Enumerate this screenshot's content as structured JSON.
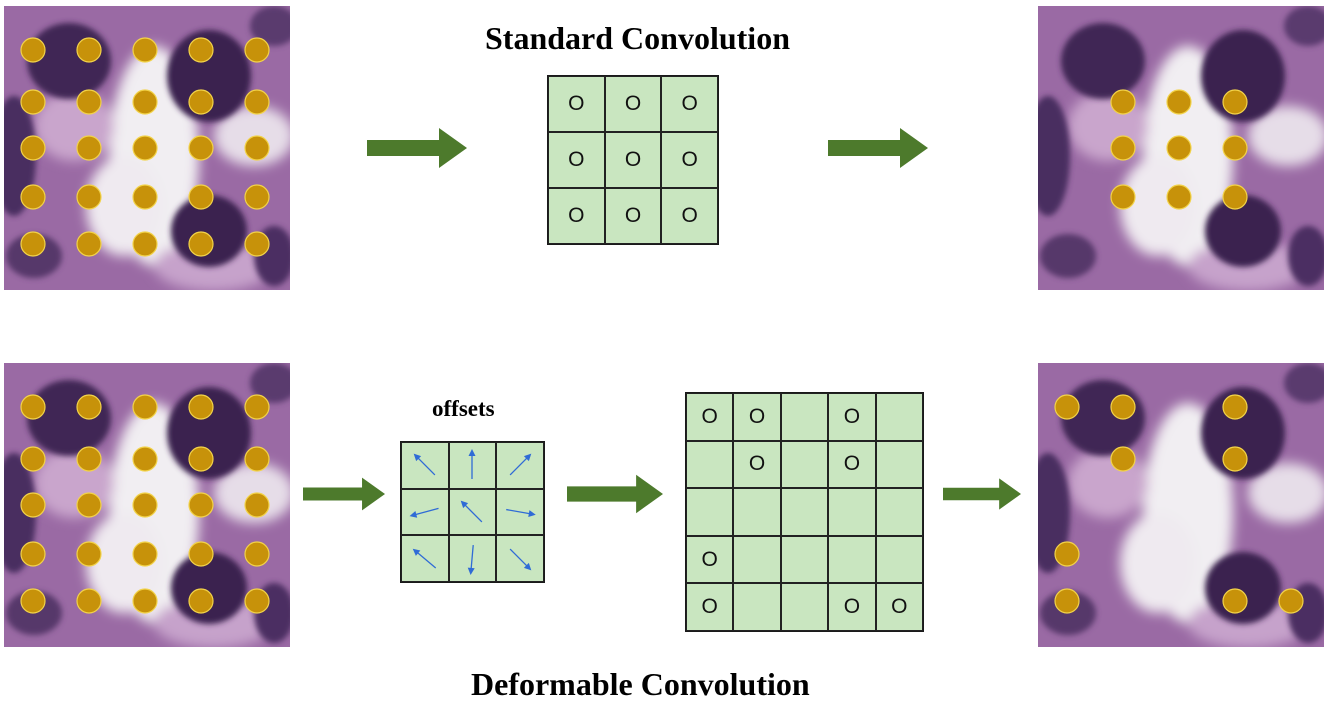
{
  "titles": {
    "standard": "Standard Convolution",
    "deformable": "Deformable Convolution",
    "offsets": "offsets"
  },
  "colors": {
    "sample_dot": "#c7920a",
    "dot_outline": "#f2d34a",
    "kernel_fill": "#c9e6c0",
    "arrow": "#4d7a2c",
    "offset_arrow": "#2f6bd6"
  },
  "icons": {
    "sample_point": "filled-circle",
    "kernel_mark": "O",
    "flow_arrow": "right-arrow",
    "offset_vector": "small-arrow"
  },
  "standard_kernel": {
    "rows": 3,
    "cols": 3,
    "cells": [
      "O",
      "O",
      "O",
      "O",
      "O",
      "O",
      "O",
      "O",
      "O"
    ]
  },
  "offsets_grid": {
    "rows": 3,
    "cols": 3,
    "angles_deg": [
      -135,
      -90,
      -45,
      165,
      -135,
      10,
      -140,
      95,
      45
    ]
  },
  "deformable_kernel": {
    "rows": 5,
    "cols": 5,
    "cells": [
      "O",
      "O",
      "",
      "O",
      "",
      "",
      "O",
      "",
      "O",
      "",
      "",
      "",
      "",
      "",
      "",
      "O",
      "",
      "",
      "",
      "",
      "O",
      "",
      "",
      "O",
      "O"
    ]
  },
  "sampling": {
    "input_grid": {
      "rows": 5,
      "cols": 5
    },
    "standard_output_grid": {
      "rows": 3,
      "cols": 3
    },
    "deformable_output_grid": {
      "rows": 5,
      "cols": 5,
      "active": [
        1,
        1,
        0,
        1,
        0,
        0,
        1,
        0,
        1,
        0,
        0,
        0,
        0,
        0,
        0,
        1,
        0,
        0,
        0,
        0,
        1,
        0,
        0,
        1,
        1
      ]
    }
  }
}
